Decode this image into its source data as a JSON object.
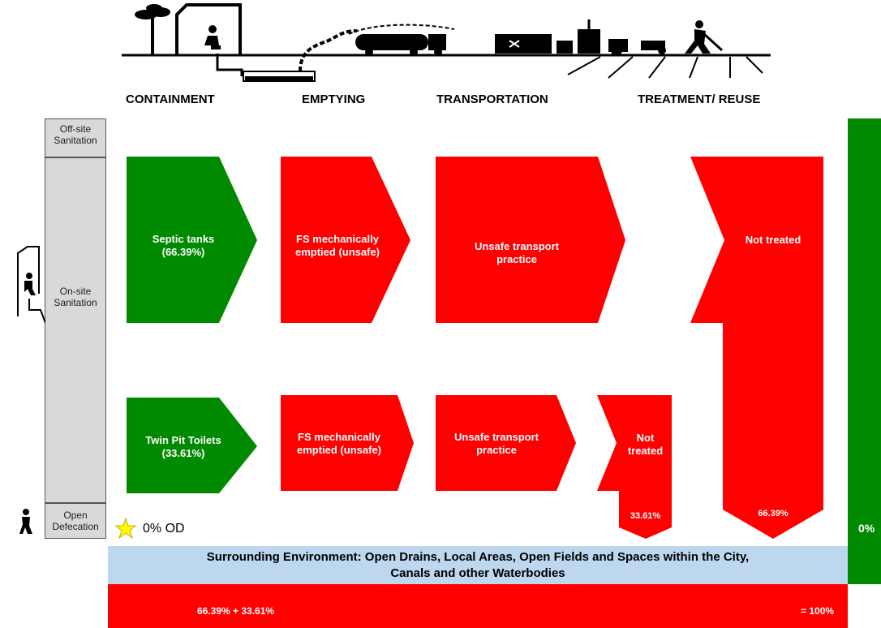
{
  "stages": {
    "containment": "CONTAINMENT",
    "emptying": "EMPTYING",
    "transportation": "TRANSPORTATION",
    "treatment": "TREATMENT/ REUSE"
  },
  "rows": {
    "offsite": "Off-site\nSanitation",
    "onsite": "On-site\nSanitation",
    "open": "Open\nDefecation"
  },
  "flow_top": {
    "containment": "Septic tanks\n(66.39%)",
    "emptying": "FS mechanically\nemptied (unsafe)",
    "transport": "Unsafe transport\npractice",
    "treatment": "Not treated",
    "treatment_pct": "66.39%"
  },
  "flow_bottom": {
    "containment": "Twin Pit Toilets\n(33.61%)",
    "emptying": "FS mechanically\nemptied (unsafe)",
    "transport": "Unsafe transport\npractice",
    "treatment": "Not\ntreated",
    "treatment_pct": "33.61%"
  },
  "od_label": "0% OD",
  "environment": "Surrounding Environment: Open Drains, Local Areas, Open Fields and Spaces within the City,\nCanals and other Waterbodies",
  "total_left": "66.39% + 33.61%",
  "total_right": "= 100%",
  "safe_pct": "0%",
  "colors": {
    "safe": "#008a00",
    "unsafe": "#ff0000",
    "environment": "#bdd7ee",
    "sidebar": "#d9d9d9"
  }
}
